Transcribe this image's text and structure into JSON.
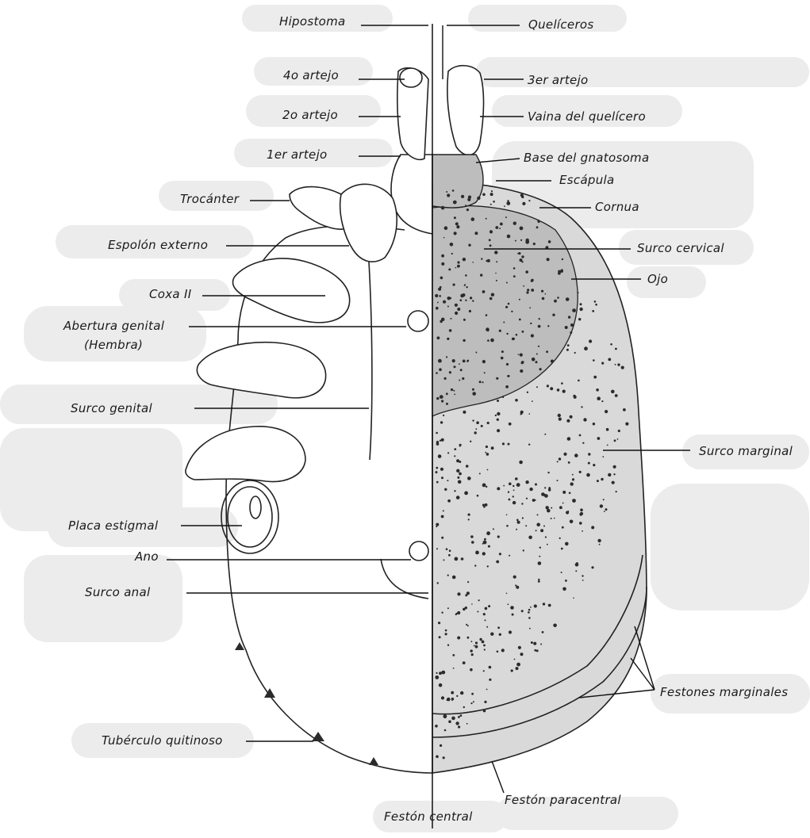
{
  "labels": {
    "hipostoma": "Hipostoma",
    "queliceros": "Quelíceros",
    "artejo4": "4o artejo",
    "artejo3": "3er artejo",
    "artejo2": "2o artejo",
    "vaina": "Vaina del quelícero",
    "artejo1": "1er artejo",
    "base_gnatosoma": "Base del gnatosoma",
    "escapula": "Escápula",
    "trocanter": "Trocánter",
    "cornua": "Cornua",
    "espolon": "Espolón externo",
    "surco_cervical": "Surco cervical",
    "coxa": "Coxa II",
    "ojo": "Ojo",
    "abertura_genital": "Abertura genital",
    "hembra": "(Hembra)",
    "surco_genital": "Surco genital",
    "surco_marginal": "Surco marginal",
    "placa_estigmal": "Placa estigmal",
    "ano": "Ano",
    "surco_anal": "Surco anal",
    "festones_marginales": "Festones marginales",
    "tuberculo": "Tubérculo quitinoso",
    "feston_paracentral": "Festón paracentral",
    "feston_central": "Festón central"
  },
  "colors": {
    "ink": "#1a1a1a",
    "highlight": "#ececec",
    "stipple": "#2b2b2b"
  }
}
